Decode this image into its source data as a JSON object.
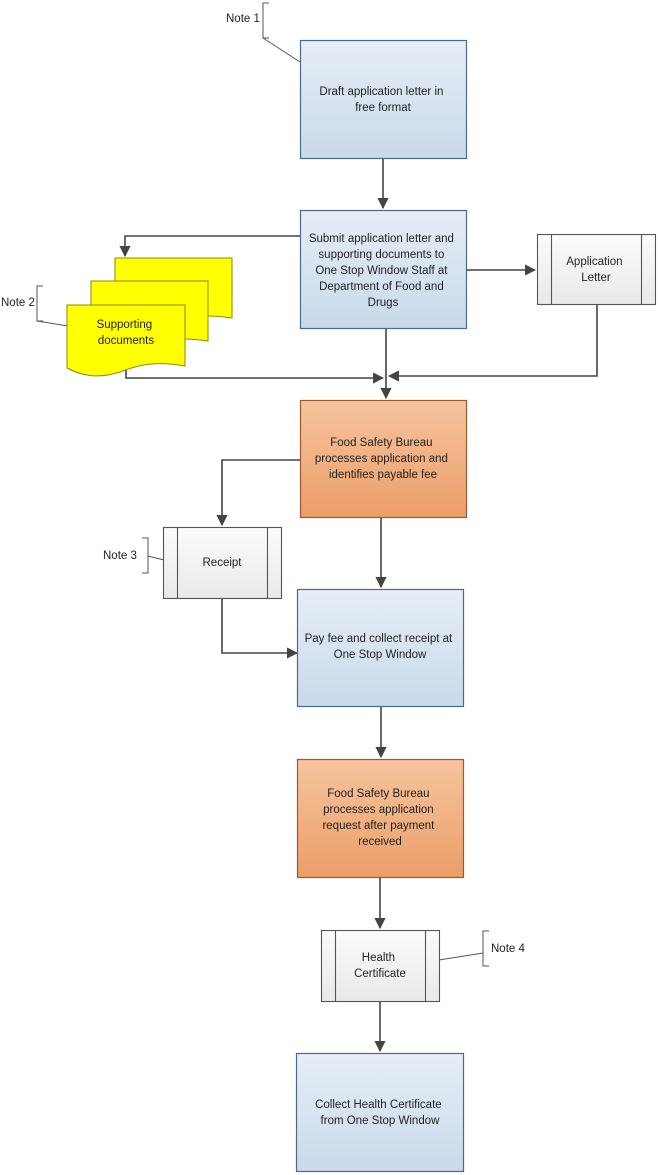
{
  "notes": {
    "note1": "Note 1",
    "note2": "Note 2",
    "note3": "Note 3",
    "note4": "Note 4"
  },
  "steps": {
    "draft": [
      "Draft application letter in",
      "free format"
    ],
    "submit": [
      "Submit application letter and",
      "supporting documents to",
      "One Stop Window Staff at",
      "Department of Food and",
      "Drugs"
    ],
    "process_fee": [
      "Food Safety Bureau",
      "processes application and",
      "identifies payable fee"
    ],
    "pay": [
      "Pay fee and collect receipt at",
      "One Stop Window"
    ],
    "process_request": [
      "Food Safety Bureau",
      "processes application",
      "request after payment",
      "received"
    ],
    "collect": [
      "Collect Health Certificate",
      "from One Stop Window"
    ]
  },
  "documents": {
    "application_letter": [
      "Application",
      "Letter"
    ],
    "supporting_documents": [
      "Supporting",
      "documents"
    ],
    "receipt": [
      "Receipt"
    ],
    "health_certificate": [
      "Health",
      "Certificate"
    ]
  },
  "colors": {
    "blue_fill": "#dce6f1",
    "blue_stroke": "#4a6a8a",
    "orange_fill": "#f0a978",
    "orange_stroke": "#9a5a30",
    "yellow_fill": "#ffff00",
    "grey_fill": "#f2f2f2",
    "line": "#444444"
  }
}
